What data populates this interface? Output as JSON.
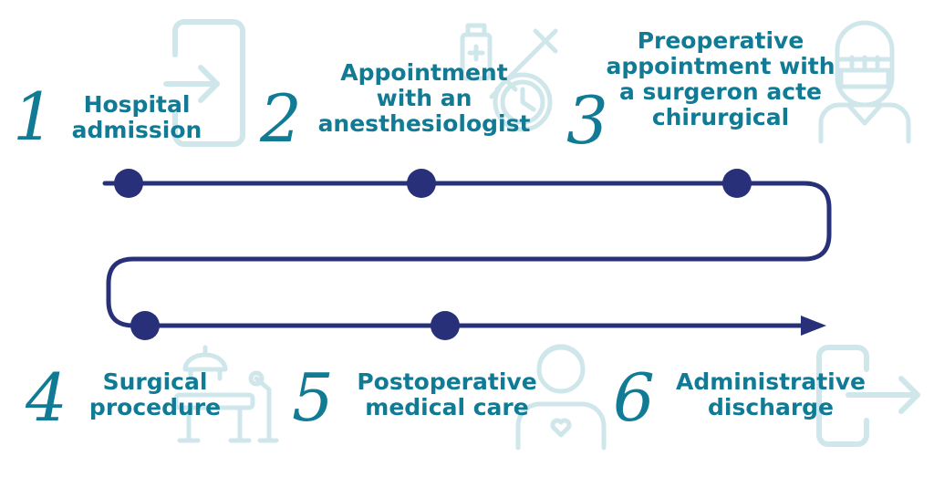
{
  "steps": [
    {
      "number": "1",
      "label": "Hospital\nadmission",
      "icon": "door-enter-icon"
    },
    {
      "number": "2",
      "label": "Appointment\nwith an\nanesthesiologist",
      "icon": "syringe-clock-icon"
    },
    {
      "number": "3",
      "label": "Preoperative\nappointment with\na surgeron acte\nchirurgical",
      "icon": "surgeon-icon"
    },
    {
      "number": "4",
      "label": "Surgical\nprocedure",
      "icon": "operating-table-icon"
    },
    {
      "number": "5",
      "label": "Postoperative\nmedical care",
      "icon": "nurse-icon"
    },
    {
      "number": "6",
      "label": "Administrative\ndischarge",
      "icon": "door-exit-icon"
    }
  ],
  "colors": {
    "path": "#28307a",
    "text": "#117a94",
    "icon": "#cfe7ea"
  }
}
